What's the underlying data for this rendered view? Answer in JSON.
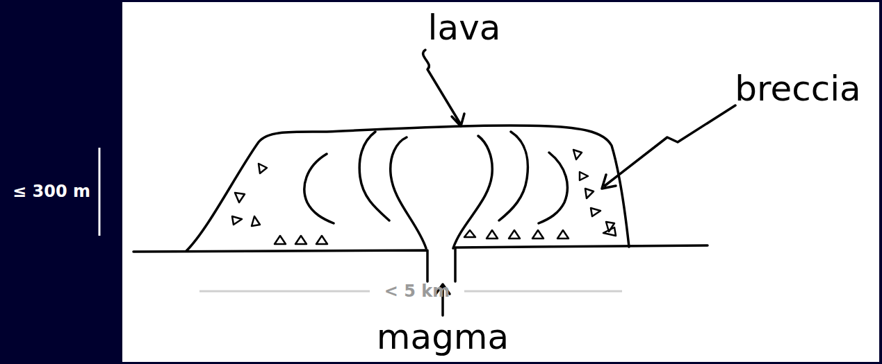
{
  "diagram": {
    "labels": [
      "lava",
      "breccia",
      "magma",
      "≤ 300 m",
      "< 5 km"
    ]
  }
}
